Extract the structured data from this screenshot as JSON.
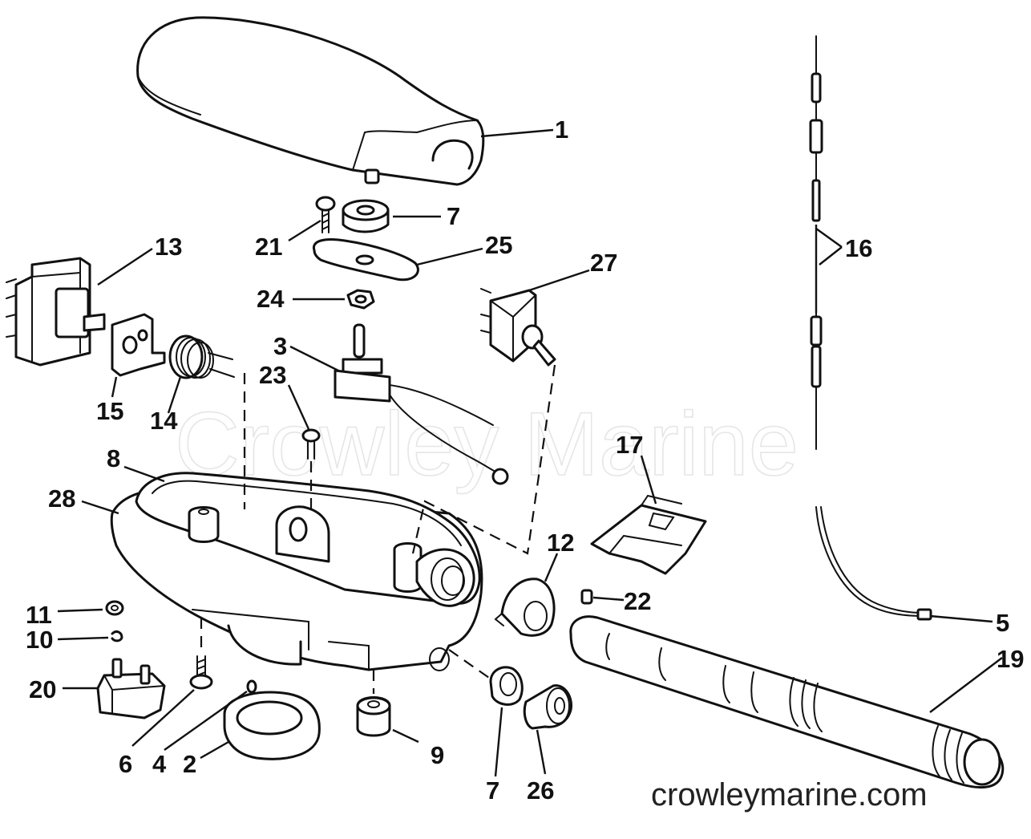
{
  "watermark": "Crowley Marine",
  "website": "crowleymarine.com",
  "callouts": [
    {
      "id": "c1",
      "label": "1"
    },
    {
      "id": "c7a",
      "label": "7"
    },
    {
      "id": "c21",
      "label": "21"
    },
    {
      "id": "c25",
      "label": "25"
    },
    {
      "id": "c13",
      "label": "13"
    },
    {
      "id": "c27",
      "label": "27"
    },
    {
      "id": "c16",
      "label": "16"
    },
    {
      "id": "c24",
      "label": "24"
    },
    {
      "id": "c3",
      "label": "3"
    },
    {
      "id": "c23",
      "label": "23"
    },
    {
      "id": "c15",
      "label": "15"
    },
    {
      "id": "c14",
      "label": "14"
    },
    {
      "id": "c8",
      "label": "8"
    },
    {
      "id": "c17",
      "label": "17"
    },
    {
      "id": "c28",
      "label": "28"
    },
    {
      "id": "c12",
      "label": "12"
    },
    {
      "id": "c22",
      "label": "22"
    },
    {
      "id": "c11",
      "label": "11"
    },
    {
      "id": "c10",
      "label": "10"
    },
    {
      "id": "c5",
      "label": "5"
    },
    {
      "id": "c19",
      "label": "19"
    },
    {
      "id": "c20",
      "label": "20"
    },
    {
      "id": "c9",
      "label": "9"
    },
    {
      "id": "c6",
      "label": "6"
    },
    {
      "id": "c4",
      "label": "4"
    },
    {
      "id": "c2",
      "label": "2"
    },
    {
      "id": "c7b",
      "label": "7"
    },
    {
      "id": "c26",
      "label": "26"
    }
  ]
}
